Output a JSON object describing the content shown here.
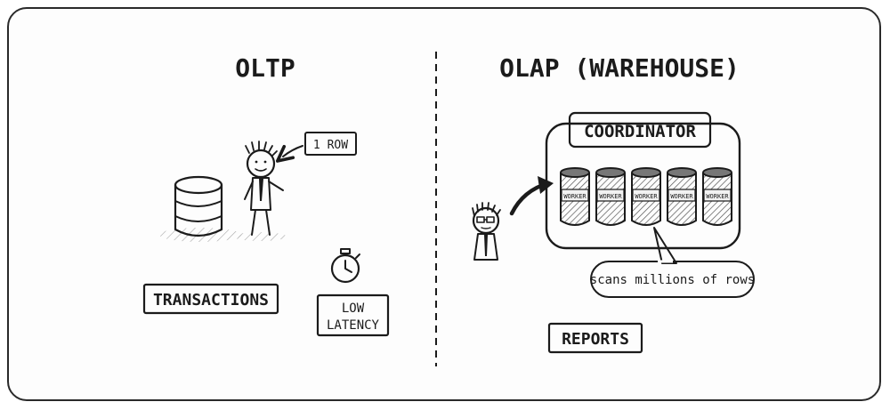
{
  "left_panel": {
    "title": "OLTP",
    "row_label": "1 ROW",
    "transactions_label": "TRANSACTIONS",
    "latency_line1": "LOW",
    "latency_line2": "LATENCY"
  },
  "right_panel": {
    "title": "OLAP (WAREHOUSE)",
    "coordinator_label": "COORDINATOR",
    "worker_labels": [
      "WORKER",
      "WORKER",
      "WORKER",
      "WORKER",
      "WORKER"
    ],
    "speech_bubble": "scans millions of rows",
    "reports_label": "REPORTS"
  },
  "colors": {
    "ink": "#1b1b1b",
    "paper": "#fdfdfd",
    "worker_fill": "#8a8a8a",
    "hatch": "#9a9a9a"
  }
}
